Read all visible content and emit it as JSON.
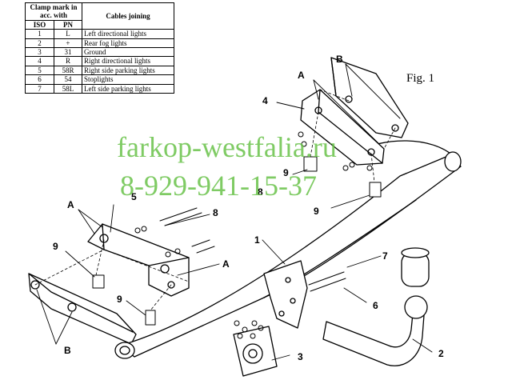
{
  "table": {
    "header_clamp": "Clamp mark in acc. with",
    "header_cables": "Cables joining",
    "col_iso": "ISO",
    "col_pn": "PN",
    "rows": [
      {
        "iso": "1",
        "pn": "L",
        "desc": "Left directional lights"
      },
      {
        "iso": "2",
        "pn": "+",
        "desc": "Rear fog lights"
      },
      {
        "iso": "3",
        "pn": "31",
        "desc": "Ground"
      },
      {
        "iso": "4",
        "pn": "R",
        "desc": "Right directional lights"
      },
      {
        "iso": "5",
        "pn": "58R",
        "desc": "Right side parking lights"
      },
      {
        "iso": "6",
        "pn": "54",
        "desc": "Stoplights"
      },
      {
        "iso": "7",
        "pn": "58L",
        "desc": "Left side parking lights"
      }
    ]
  },
  "figure_label": "Fig. 1",
  "watermark": {
    "site": "farkop-westfalia.ru",
    "phone": "8-929-941-15-37"
  },
  "callouts": {
    "a": "A",
    "b": "B",
    "n1": "1",
    "n2": "2",
    "n3": "3",
    "n4": "4",
    "n5": "5",
    "n6": "6",
    "n7": "7",
    "n8": "8",
    "n9": "9"
  }
}
